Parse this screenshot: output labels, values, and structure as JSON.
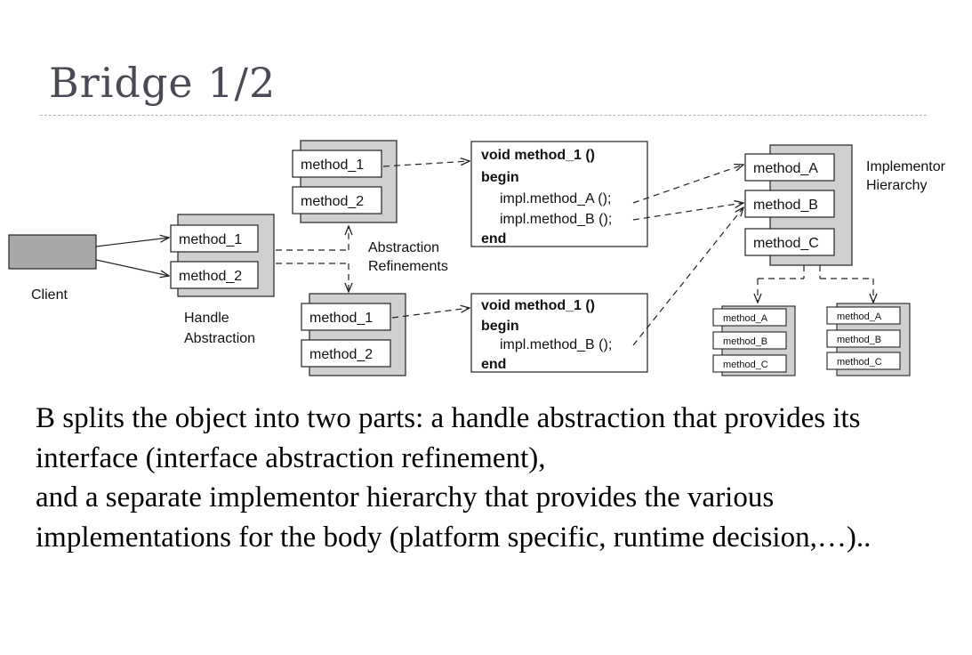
{
  "slide": {
    "title": "Bridge 1/2"
  },
  "diagram": {
    "client_label": "Client",
    "handle_abstraction_label": [
      "Handle",
      "Abstraction"
    ],
    "abstraction_refinements_label": [
      "Abstraction",
      "Refinements"
    ],
    "implementor_hierarchy_label": [
      "Implementor",
      "Hierarchy"
    ],
    "method_1": "method_1",
    "method_2": "method_2",
    "method_A": "method_A",
    "method_B": "method_B",
    "method_C": "method_C",
    "code_top": [
      "void method_1 ()",
      "begin",
      "impl.method_A ();",
      "impl.method_B ();",
      "end"
    ],
    "code_bottom": [
      "void method_1 ()",
      "begin",
      "impl.method_B ();",
      "end"
    ]
  },
  "body": {
    "paragraph_1": "B splits the object into two parts: a handle abstraction that provides its interface (interface abstraction refinement),",
    "paragraph_2": "and a separate implementor hierarchy that provides the various implementations for the body (platform specific, runtime decision,…).."
  }
}
